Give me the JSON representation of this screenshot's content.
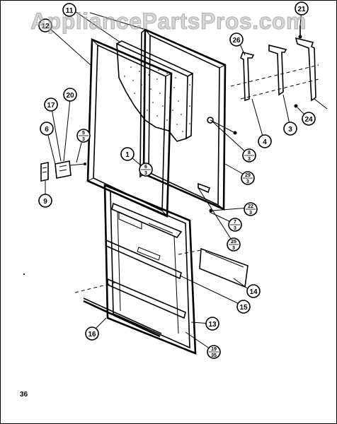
{
  "watermark": "AppliancePartsPros.com",
  "page_number": "36",
  "callouts": {
    "c1": "1",
    "c3": "3",
    "c4": "4",
    "c6": "6",
    "c9": "9",
    "c11": "11",
    "c12": "12",
    "c13": "13",
    "c14": "14",
    "c15": "15",
    "c16": "16",
    "c17": "17",
    "c20": "20",
    "c21": "21",
    "c24": "24",
    "c26": "26"
  },
  "fractions": {
    "f_5_3_top": "5",
    "f_5_3_bot": "3",
    "f_8_3_top": "8",
    "f_8_3_bot": "3",
    "f_6_3_top": "6",
    "f_6_3_bot": "3",
    "f_29_3_top": "29",
    "f_29_3_bot": "3",
    "f_22_3_top": "22",
    "f_22_3_bot": "3",
    "f_7_3_top": "7",
    "f_7_3_bot": "3",
    "f_25_3_top": "25",
    "f_25_3_bot": "3",
    "f_19_3_top": "19",
    "f_19_3_bot": "35"
  }
}
